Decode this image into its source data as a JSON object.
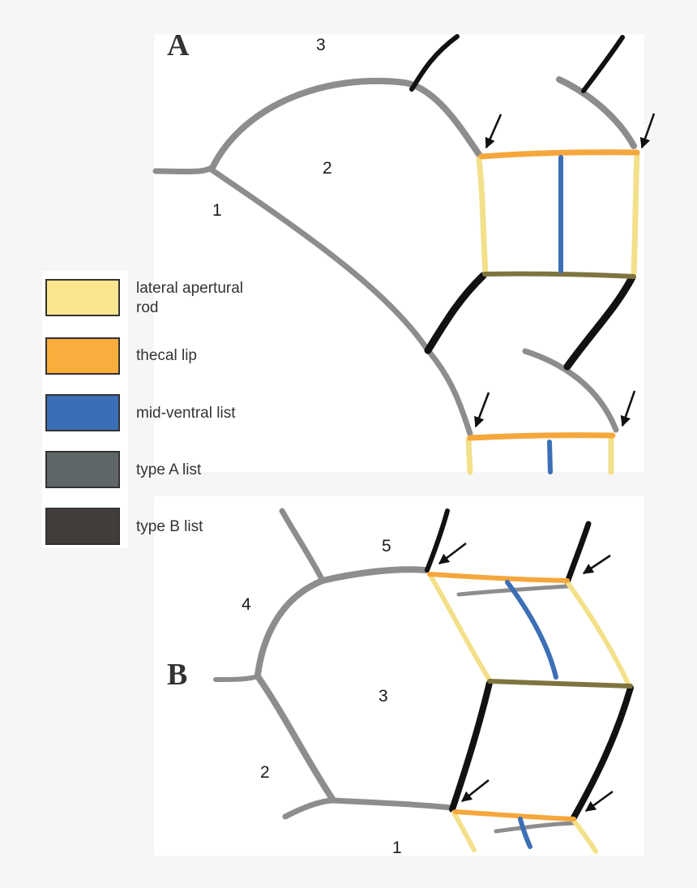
{
  "panels": {
    "a": {
      "letter": "A",
      "zooid_labels": [
        "3",
        "2",
        "1"
      ]
    },
    "b": {
      "letter": "B",
      "zooid_labels": [
        "5",
        "4",
        "3",
        "2",
        "1"
      ]
    }
  },
  "legend": {
    "items": [
      {
        "label": "lateral apertural rod",
        "color": "#fbe58e"
      },
      {
        "label": "thecal lip",
        "color": "#f8ae3c"
      },
      {
        "label": "mid-ventral list",
        "color": "#3a6fb8"
      },
      {
        "label": "type A list",
        "color": "#5f6668"
      },
      {
        "label": "type B list",
        "color": "#423d3b"
      }
    ]
  },
  "colors": {
    "lateral_rod": "#f3e08a",
    "thecal_lip": "#f5a73c",
    "mid_ventral": "#3c6fb6",
    "type_a": "#8d8d8d",
    "type_b": "#111111",
    "olive": "#7d7440"
  }
}
